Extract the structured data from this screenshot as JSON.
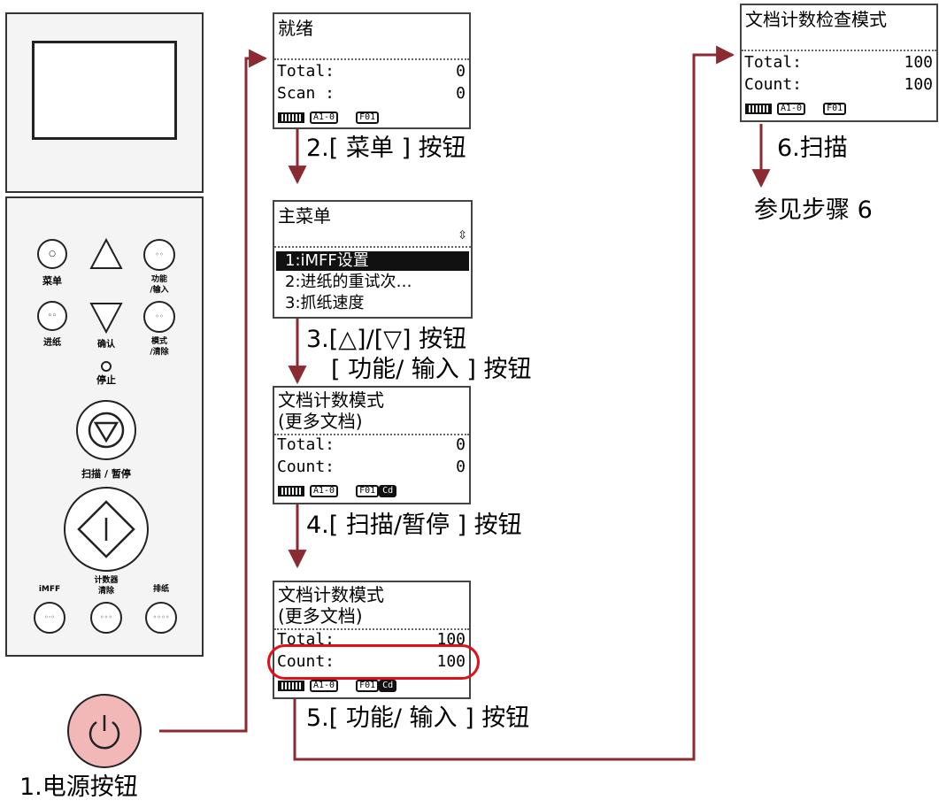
{
  "colors": {
    "connector": "#8b2a30",
    "highlight": "#e0101a",
    "power_fill": "#f2b8b8"
  },
  "panel": {
    "menu_label": "菜单",
    "function_label": "功能\n/输入",
    "feed_label": "进纸",
    "confirm_label": "确认",
    "counter_label": "模式\n/清除",
    "stop_label": "停止",
    "scan_pause_label": "扫描 / 暂停",
    "imff_label": "iMFF",
    "counter_clear_label": "计数器\n清除",
    "eject_label": "排纸"
  },
  "power": {
    "step_label": "1.电源按钮"
  },
  "screen1": {
    "title": "就绪",
    "rows": [
      {
        "k": "Total:",
        "v": "0"
      },
      {
        "k": "Scan :",
        "v": "0"
      }
    ],
    "status": [
      "A1-0",
      "F01"
    ]
  },
  "step2": "2.[ 菜单 ] 按钮",
  "screen2": {
    "title": "主菜单",
    "scroll_icon": "⇳",
    "items": [
      "1:iMFF设置",
      "2:进纸的重试次…",
      "3:抓纸速度"
    ]
  },
  "step3": {
    "line1": "3.[△]/[▽] 按钮",
    "line2": "[ 功能/ 输入 ] 按钮"
  },
  "screen3": {
    "title": "文档计数模式",
    "subtitle": "(更多文档)",
    "rows": [
      {
        "k": "Total:",
        "v": "0"
      },
      {
        "k": "Count:",
        "v": "0"
      }
    ],
    "status": [
      "A1-0",
      "F01",
      "Cd"
    ]
  },
  "step4": "4.[ 扫描/暂停 ] 按钮",
  "screen4": {
    "title": "文档计数模式",
    "subtitle": "(更多文档)",
    "rows": [
      {
        "k": "Total:",
        "v": "100"
      },
      {
        "k": "Count:",
        "v": "100"
      }
    ],
    "status": [
      "A1-0",
      "F01",
      "Cd"
    ]
  },
  "step5": "5.[ 功能/ 输入 ] 按钮",
  "screen5": {
    "title": "文档计数检查模式",
    "rows": [
      {
        "k": "Total:",
        "v": "100"
      },
      {
        "k": "Count:",
        "v": "100"
      }
    ],
    "status": [
      "A1-0",
      "F01"
    ]
  },
  "step6": "6.扫描",
  "step6_ref": "参见步骤 6"
}
